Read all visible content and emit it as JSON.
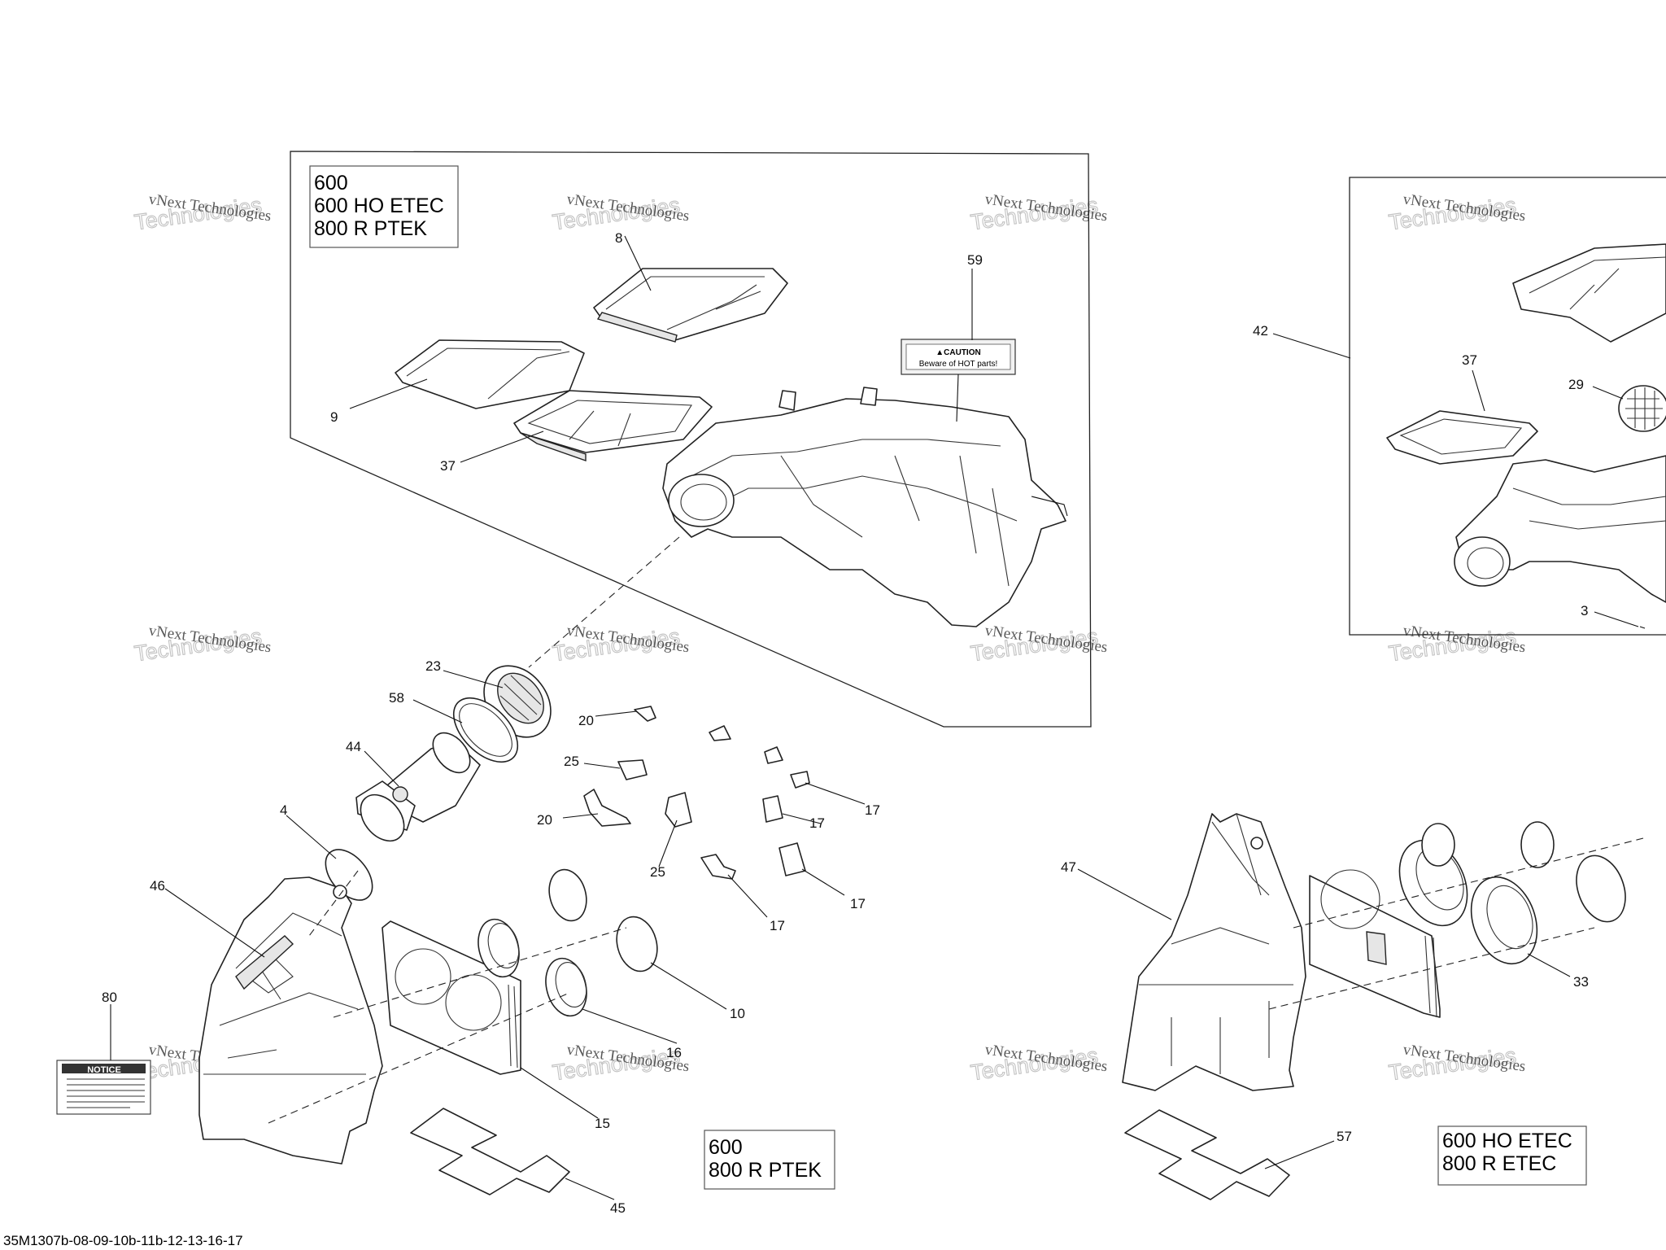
{
  "variant_boxes": [
    {
      "lines": [
        "600",
        "600 HO ETEC",
        "800 R PTEK"
      ]
    },
    {
      "lines": [
        "600",
        "800 R PTEK"
      ]
    },
    {
      "lines": [
        "600 HO ETEC",
        "800 R ETEC"
      ]
    }
  ],
  "callouts": [
    "8",
    "59",
    "9",
    "37",
    "42",
    "37",
    "29",
    "3",
    "23",
    "58",
    "20",
    "44",
    "25",
    "4",
    "17",
    "20",
    "17",
    "25",
    "17",
    "17",
    "46",
    "10",
    "80",
    "16",
    "15",
    "45",
    "47",
    "33",
    "57"
  ],
  "labels": {
    "caution_header": "▲CAUTION",
    "caution_body": "Beware of HOT parts!",
    "notice_header": "NOTICE"
  },
  "watermark": {
    "line1": "vNext Technologies",
    "line2": "Technologies",
    "small": "vNext"
  },
  "footer_ref": "35M1307b-08-09-10b-11b-12-13-16-17"
}
